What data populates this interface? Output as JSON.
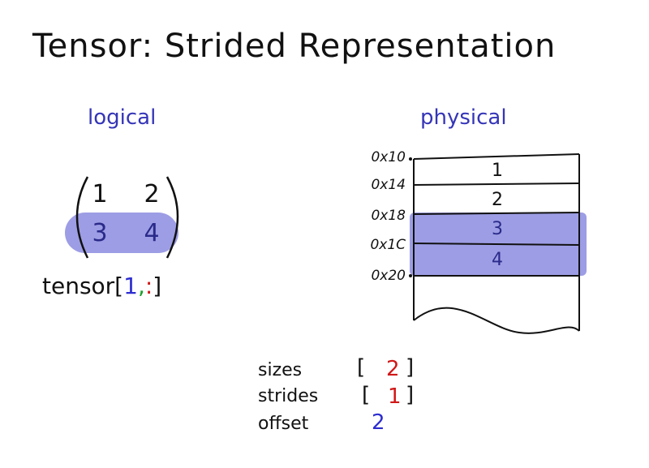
{
  "title": "Tensor: Strided Representation",
  "logical": {
    "heading": "logical",
    "matrix": [
      [
        "1",
        "2"
      ],
      [
        "3",
        "4"
      ]
    ],
    "index_expr": {
      "prefix": "tensor[",
      "row": "1",
      "sep": ",",
      "col": ":",
      "suffix": "]"
    }
  },
  "physical": {
    "heading": "physical",
    "addresses": [
      "0x10",
      "0x14",
      "0x18",
      "0x1C",
      "0x20"
    ],
    "cells": [
      "1",
      "2",
      "3",
      "4"
    ]
  },
  "meta": {
    "sizes": {
      "label": "sizes",
      "value": "2"
    },
    "strides": {
      "label": "strides",
      "value": "1"
    },
    "offset": {
      "label": "offset",
      "value": "2"
    }
  },
  "colors": {
    "highlight": "#8c8ce0",
    "ink": "#111111",
    "blue": "#2d2dd0",
    "red": "#d01818",
    "green": "#1b9e2b"
  }
}
